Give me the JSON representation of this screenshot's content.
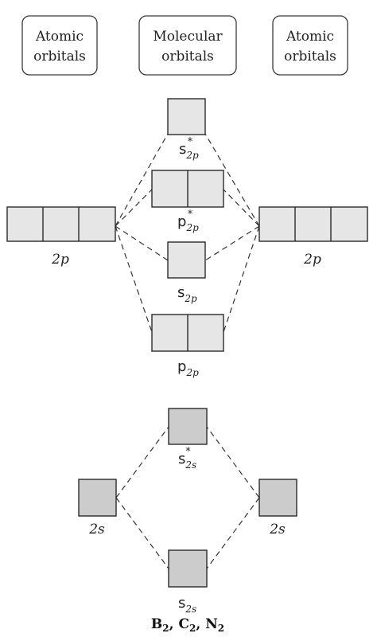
{
  "headers": {
    "left": [
      "Atomic",
      "orbitals"
    ],
    "center": [
      "Molecular",
      "orbitals"
    ],
    "right": [
      "Atomic",
      "orbitals"
    ]
  },
  "labels": {
    "sigma_star_2p": {
      "base": "s",
      "sub": "2p",
      "sup": "*"
    },
    "pi_star_2p": {
      "base": "p",
      "sub": "2p",
      "sup": "*"
    },
    "sigma_2p": {
      "base": "s",
      "sub": "2p"
    },
    "pi_2p": {
      "base": "p",
      "sub": "2p"
    },
    "sigma_star_2s": {
      "base": "s",
      "sub": "2s",
      "sup": "*"
    },
    "sigma_2s": {
      "base": "s",
      "sub": "2s"
    },
    "left_2p": "2p",
    "right_2p": "2p",
    "left_2s": "2s",
    "right_2s": "2s"
  },
  "footer": {
    "b": "B",
    "b_sub": "2",
    "sep1": ", ",
    "c": "C",
    "c_sub": "2",
    "sep2": ", ",
    "n": "N",
    "n_sub": "2"
  },
  "colors": {
    "orbital_fill_2p": "#e6e6e6",
    "orbital_fill_2s": "#cccccc"
  }
}
